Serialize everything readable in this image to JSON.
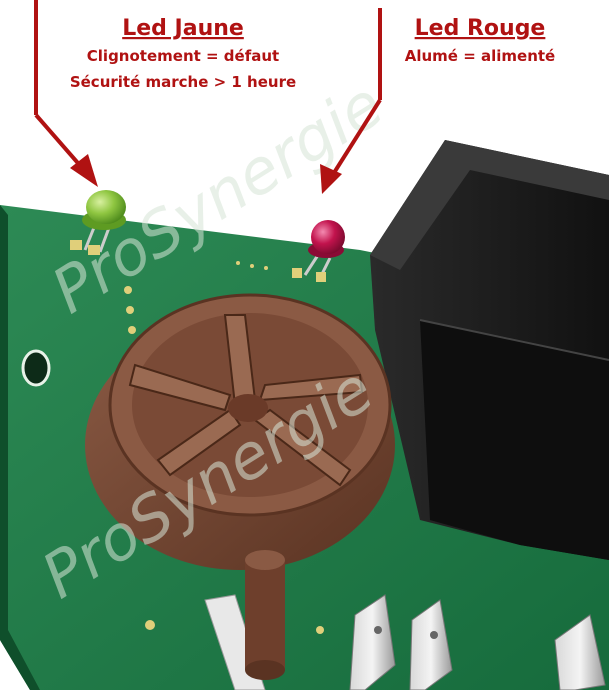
{
  "annotations": {
    "yellow": {
      "title": "Led Jaune",
      "line1": "Clignotement  = défaut",
      "line2": "Sécurité  marche  > 1 heure"
    },
    "red": {
      "title": "Led Rouge",
      "line1": "Alumé  = alimenté"
    }
  },
  "colors": {
    "annotation": "#b01212",
    "pcb": "#1f7a4a",
    "relay": "#1a1a1a",
    "knob": "#7a4a36",
    "led_yellow": "#8fc641",
    "led_red": "#c2134d",
    "watermark": "#c9d9c9"
  }
}
